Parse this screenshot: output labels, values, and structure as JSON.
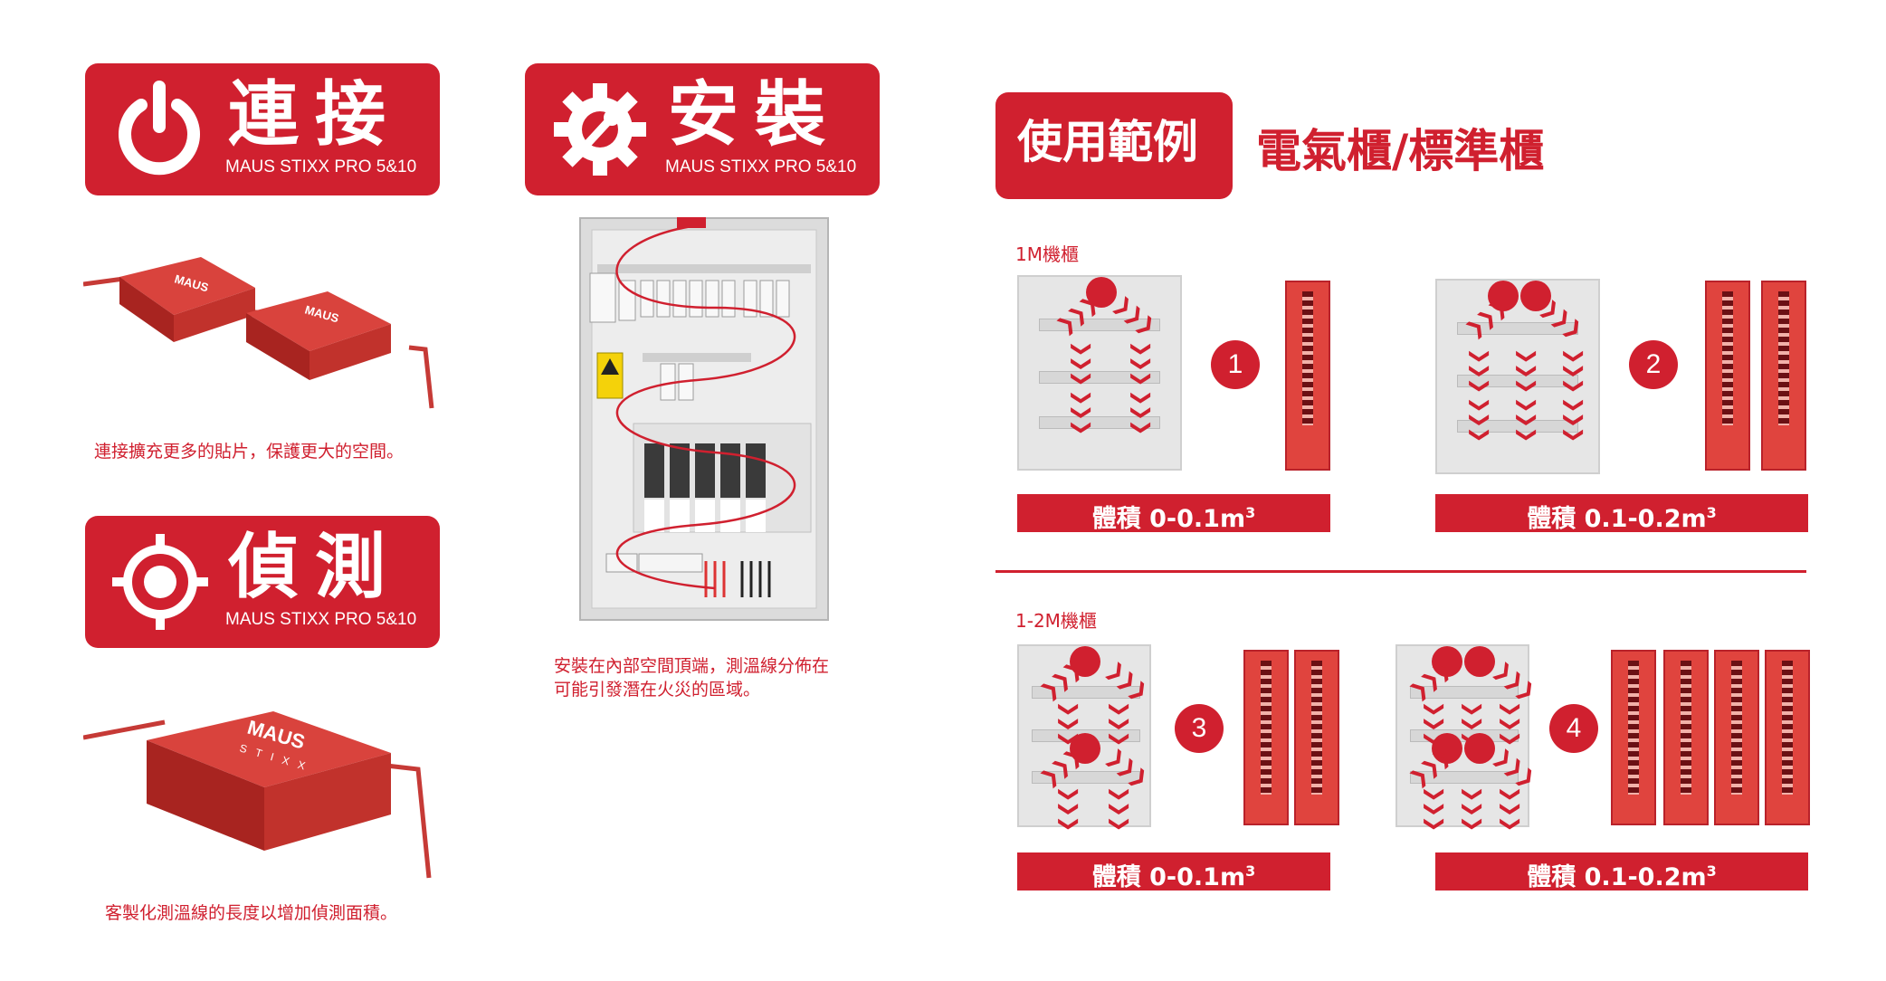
{
  "sections": {
    "connect": {
      "title": "連接",
      "subtitle": "MAUS STIXX PRO 5&10",
      "caption": "連接擴充更多的貼片，保護更大的空間。"
    },
    "install": {
      "title": "安裝",
      "subtitle": "MAUS STIXX PRO 5&10",
      "caption_line1": "安裝在內部空間頂端，測溫線分佈在",
      "caption_line2": "可能引發潛在火災的區域。"
    },
    "detect": {
      "title": "偵測",
      "subtitle": "MAUS STIXX PRO 5&10",
      "caption": "客製化測溫線的長度以增加偵測面積。"
    }
  },
  "product": {
    "brand": "MAUS",
    "model": "STIXX"
  },
  "usage": {
    "badge": "使用範例",
    "heading": "電氣櫃/標準櫃",
    "group1_label": "1M機櫃",
    "group2_label": "1-2M機櫃",
    "examples": [
      {
        "number": "1",
        "volume_prefix": "體積 ",
        "volume": "0-0.1m",
        "unit_sup": "3",
        "sensors": 1
      },
      {
        "number": "2",
        "volume_prefix": "體積 ",
        "volume": "0.1-0.2m",
        "unit_sup": "3",
        "sensors": 2
      },
      {
        "number": "3",
        "volume_prefix": "體積 ",
        "volume": "0-0.1m",
        "unit_sup": "3",
        "sensors": 2
      },
      {
        "number": "4",
        "volume_prefix": "體積 ",
        "volume": "0.1-0.2m",
        "unit_sup": "3",
        "sensors": 4
      }
    ]
  },
  "colors": {
    "brand_red": "#d0202f",
    "strip_red": "#e0443e",
    "cabinet_gray": "#e6e6e6"
  },
  "icons": [
    "power-icon",
    "gear-wrench-icon",
    "crosshair-icon"
  ]
}
